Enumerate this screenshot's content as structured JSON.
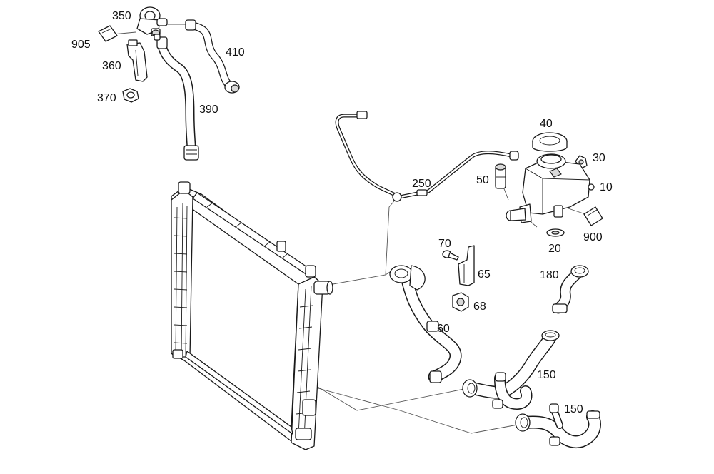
{
  "diagram": {
    "part_numbers": {
      "p350": "350",
      "p905": "905",
      "p410": "410",
      "p360": "360",
      "p370": "370",
      "p390": "390",
      "p40": "40",
      "p30": "30",
      "p50": "50",
      "p250": "250",
      "p10": "10",
      "p900": "900",
      "p20": "20",
      "p70": "70",
      "p65": "65",
      "p68": "68",
      "p180": "180",
      "p60": "60",
      "p150a": "150",
      "p150b": "150"
    }
  }
}
